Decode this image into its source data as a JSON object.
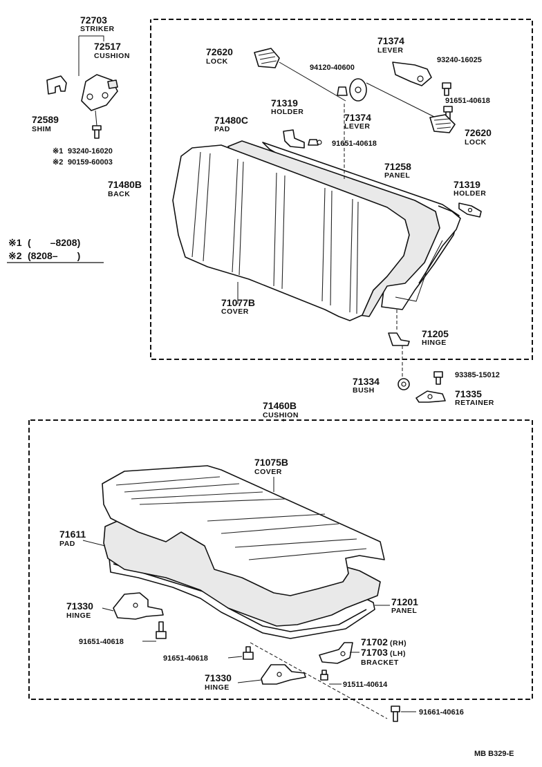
{
  "labels": {
    "striker": {
      "number": "72703",
      "name": "STRIKER"
    },
    "cushion_s": {
      "number": "72517",
      "name": "CUSHION"
    },
    "shim": {
      "number": "72589",
      "name": "SHIM"
    },
    "bolt1": {
      "mark": "※1",
      "code": "93240-16020"
    },
    "bolt2": {
      "mark": "※2",
      "code": "90159-60003"
    },
    "lock_l": {
      "number": "72620",
      "name": "LOCK"
    },
    "screw_top": {
      "code": "94120-40600"
    },
    "lever_top": {
      "number": "71374",
      "name": "LEVER"
    },
    "bolt_top": {
      "code": "93240-16025"
    },
    "bolt_r": {
      "code": "91651-40618"
    },
    "lock_r": {
      "number": "72620",
      "name": "LOCK"
    },
    "holder_l": {
      "number": "71319",
      "name": "HOLDER"
    },
    "lever_mid": {
      "number": "71374",
      "name": "LEVER"
    },
    "pad_back": {
      "number": "71480C",
      "name": "PAD"
    },
    "bolt_mid": {
      "code": "91651-40618"
    },
    "panel_back": {
      "number": "71258",
      "name": "PANEL"
    },
    "back": {
      "number": "71480B",
      "name": "BACK"
    },
    "holder_r": {
      "number": "71319",
      "name": "HOLDER"
    },
    "cover_back": {
      "number": "71077B",
      "name": "COVER"
    },
    "hinge_back": {
      "number": "71205",
      "name": "HINGE"
    },
    "bush": {
      "number": "71334",
      "name": "BUSH"
    },
    "bolt_bush": {
      "code": "93385-15012"
    },
    "retainer": {
      "number": "71335",
      "name": "RETAINER"
    },
    "cushion": {
      "number": "71460B",
      "name": "CUSHION"
    },
    "cover_cush": {
      "number": "71075B",
      "name": "COVER"
    },
    "pad_cush": {
      "number": "71611",
      "name": "PAD"
    },
    "hinge_l": {
      "number": "71330",
      "name": "HINGE"
    },
    "panel_cush": {
      "number": "71201",
      "name": "PANEL"
    },
    "bolt_hinge_l": {
      "code": "91651-40618"
    },
    "bracket": {
      "number_rh": "71702",
      "rh": "(RH)",
      "number_lh": "71703",
      "lh": "(LH)",
      "name": "BRACKET"
    },
    "bolt_bottom": {
      "code": "91651-40618"
    },
    "hinge_r": {
      "number": "71330",
      "name": "HINGE"
    },
    "bolt_bracket": {
      "code": "91511-40614"
    },
    "bolt_end": {
      "code": "91661-40616"
    }
  },
  "notes": {
    "note1": {
      "mark": "※1",
      "text": "(　　–8208)"
    },
    "note2": {
      "mark": "※2",
      "text": "(8208–　　)"
    }
  },
  "footer": {
    "code": "MB  B329-E"
  }
}
